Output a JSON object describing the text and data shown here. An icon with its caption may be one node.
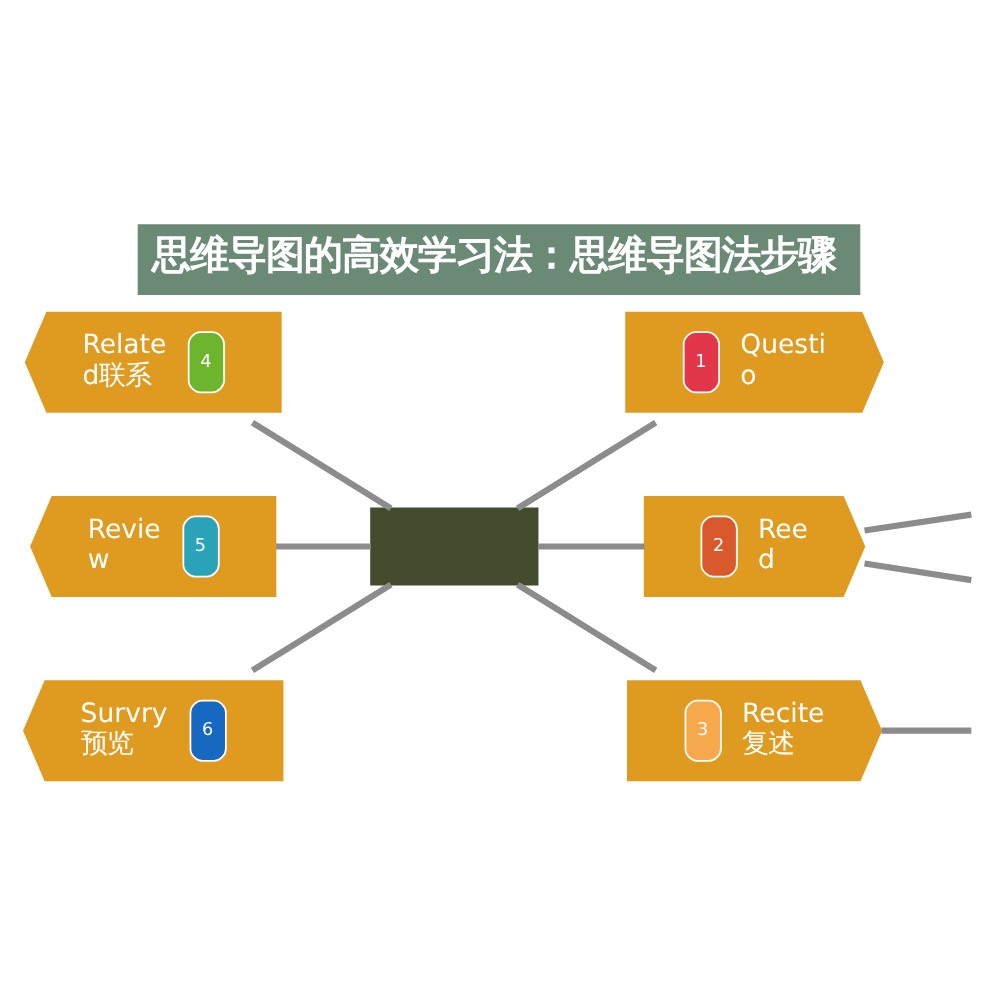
{
  "diagram": {
    "title": "思维导图的高效学习法：思维导图法步骤",
    "nodes": [
      {
        "text": [
          "Relate d联系",
          "4"
        ]
      },
      {
        "text": [
          "1",
          "Questi o"
        ]
      },
      {
        "text": [
          "Revie w",
          "5"
        ]
      },
      {
        "text": [],
        "shape": "box"
      },
      {
        "text": [
          "2",
          "Ree d"
        ]
      },
      {
        "text": [
          "3",
          "Recite 复述"
        ]
      },
      {
        "text": [
          "Survry 预览",
          "6"
        ]
      }
    ],
    "edges": [
      {
        "from": 0,
        "to": 3,
        "arrow": "none"
      },
      {
        "from": 3,
        "to": 1,
        "arrow": "none"
      },
      {
        "from": 2,
        "to": 3,
        "arrow": "none"
      },
      {
        "from": 3,
        "to": 4,
        "arrow": "none"
      },
      {
        "from": 3,
        "to": 5,
        "arrow": "none"
      },
      {
        "from": 6,
        "to": 3,
        "arrow": "none"
      },
      {
        "from": 4,
        "to": null,
        "arrow": "none"
      },
      {
        "from": 4,
        "to": null,
        "arrow": "none"
      },
      {
        "from": 5,
        "to": null,
        "arrow": "none"
      }
    ]
  }
}
